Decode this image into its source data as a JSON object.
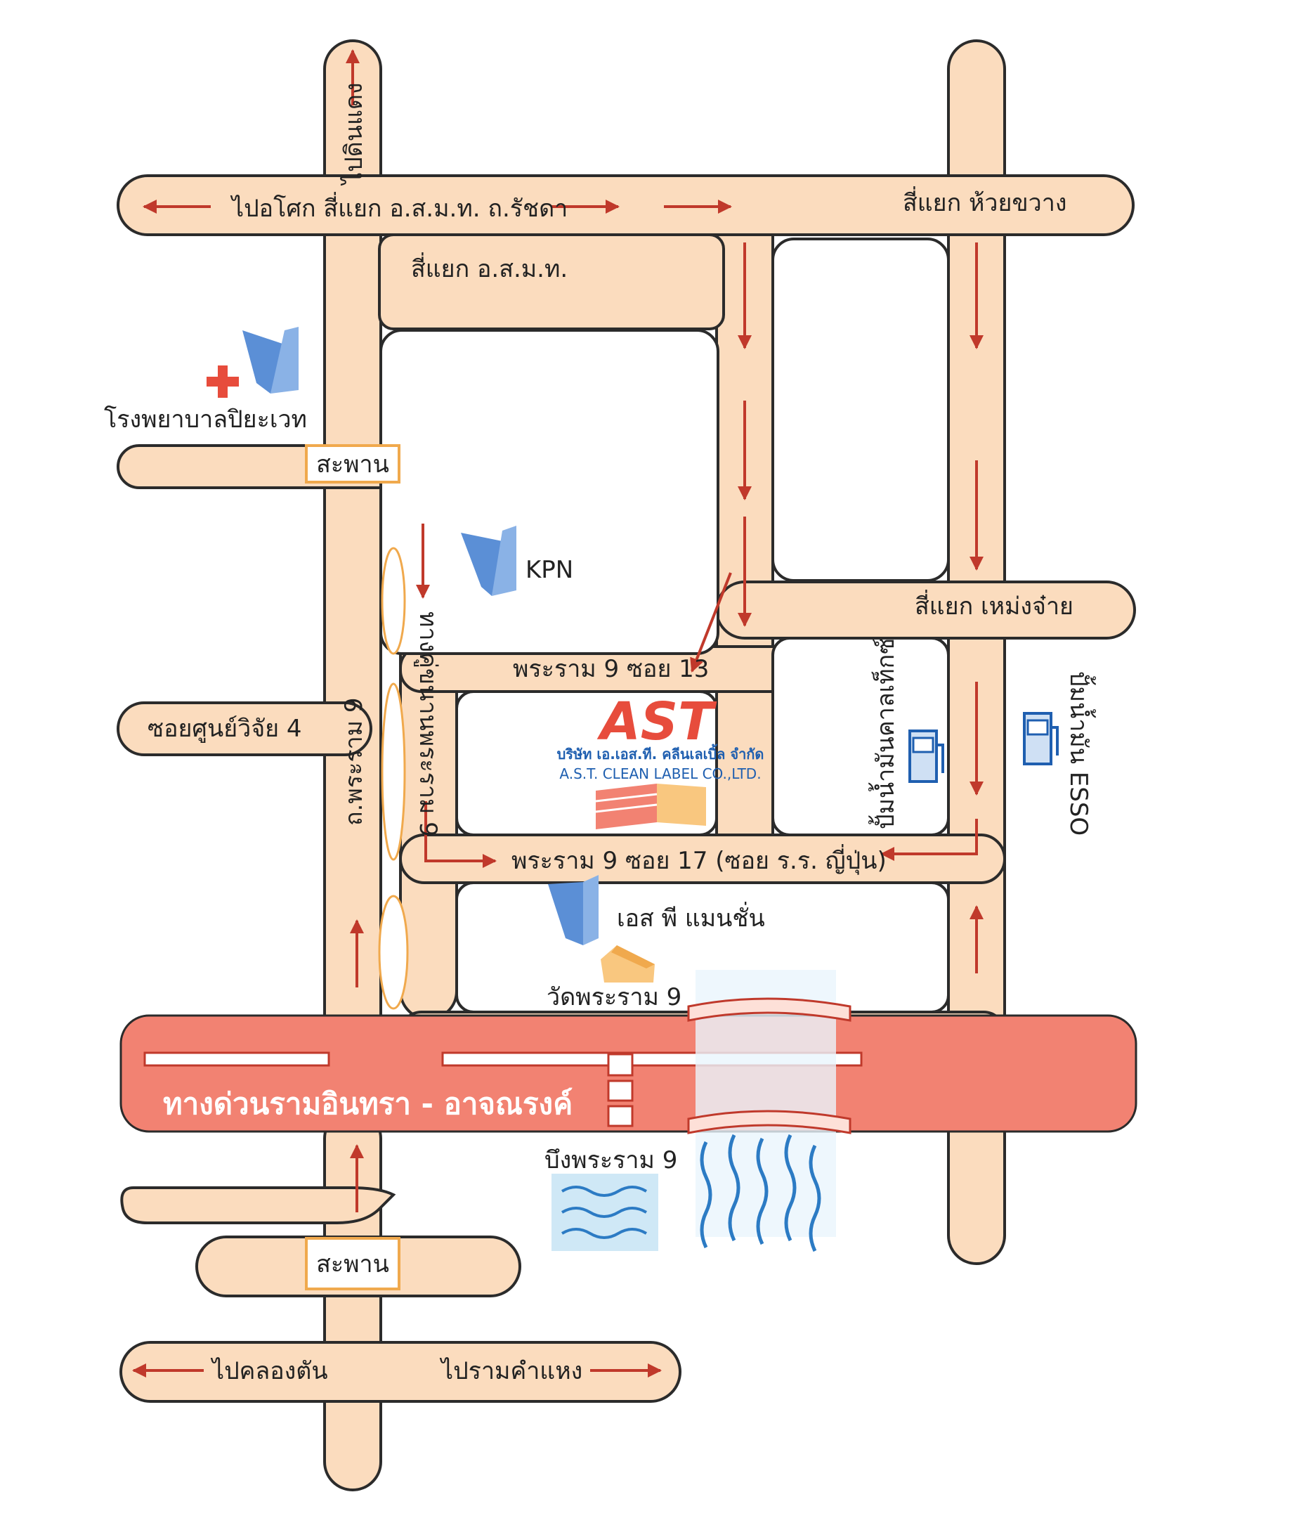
{
  "labels": {
    "to_din_daeng": "ไปดินแดง",
    "to_asok": "ไปอโศก สี่แยก อ.ส.ม.ท. ถ.รัชดา",
    "huai_khwang": "สี่แยก ห้วยขวาง",
    "osmt": "สี่แยก อ.ส.ม.ท.",
    "piyavate": "โรงพยาบาลปิยะเวท",
    "bridge_top": "สะพาน",
    "kpn": "KPN",
    "mengjai": "สี่แยก เหม่งจ๋าย",
    "soi13": "พระราม 9 ซอย 13",
    "soi_research": "ซอยศูนย์วิจัย 4",
    "rama9_road": "ถ.พระราม 9",
    "khupkhot": "ทางคู่ขนานพระราม 9",
    "caltex": "ปั้มน้ำมันคาลเท็กซ์",
    "esso": "ปั้มน้ำมัน ESSO",
    "soi17": "พระราม 9 ซอย 17 (ซอย ร.ร. ญี่ปุ่น)",
    "sp_mansion": "เอส พี แมนชั่น",
    "wat_rama9": "วัดพระราม 9",
    "expressway": "ทางด่วนรามอินทรา - อาจณรงค์",
    "bueng_rama9": "บึงพระราม 9",
    "bridge_bottom": "สะพาน",
    "to_khlong_ton": "ไปคลองตัน",
    "to_ramkhamhaeng": "ไปรามคำแหง"
  },
  "company": {
    "logo": "AST",
    "name_th": "บริษัท เอ.เอส.ที. คลีนเลเบิ้ล จำกัด",
    "name_en": "A.S.T. CLEAN LABEL CO.,LTD."
  },
  "colors": {
    "road": "#fbdcbe",
    "expressway": "#f28272",
    "arrow": "#c0392b",
    "building": "#5b8fd6",
    "water": "#2c7bc4"
  },
  "icons": [
    "hospital-cross-icon",
    "building-icon",
    "gas-pump-icon",
    "temple-icon",
    "water-wave-icon"
  ]
}
